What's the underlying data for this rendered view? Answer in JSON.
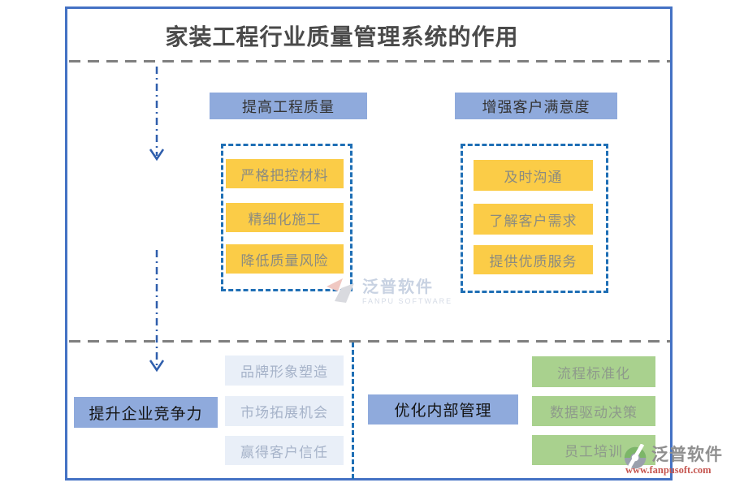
{
  "title": "家装工程行业质量管理系统的作用",
  "top_section": {
    "left": {
      "header": "提高工程质量",
      "items": [
        "严格把控材料",
        "精细化施工",
        "降低质量风险"
      ]
    },
    "right": {
      "header": "增强客户满意度",
      "items": [
        "及时沟通",
        "了解客户需求",
        "提供优质服务"
      ]
    }
  },
  "bottom_section": {
    "left": {
      "header": "提升企业竞争力",
      "items": [
        "品牌形象塑造",
        "市场拓展机会",
        "赢得客户信任"
      ]
    },
    "right": {
      "header": "优化内部管理",
      "items": [
        "流程标准化",
        "数据驱动决策",
        "员工培训"
      ]
    }
  },
  "watermark": {
    "name": "泛普软件",
    "subtitle": "FANPU SOFTWARE"
  },
  "footer_logo": {
    "name": "泛普软件",
    "url": "www.fanpusoft.com"
  },
  "colors": {
    "frame_border": "#4472C4",
    "header_box": "#8FAADC",
    "yellow_box": "#FBCC47",
    "green_box": "#A9D18E",
    "light_box": "#E9EFF8",
    "dashed_container_border": "#1F6FB5",
    "gray_dashed_line": "#7F7F7F",
    "arrow_line": "#2F5EAC",
    "logo_url_red": "#C5554F"
  }
}
